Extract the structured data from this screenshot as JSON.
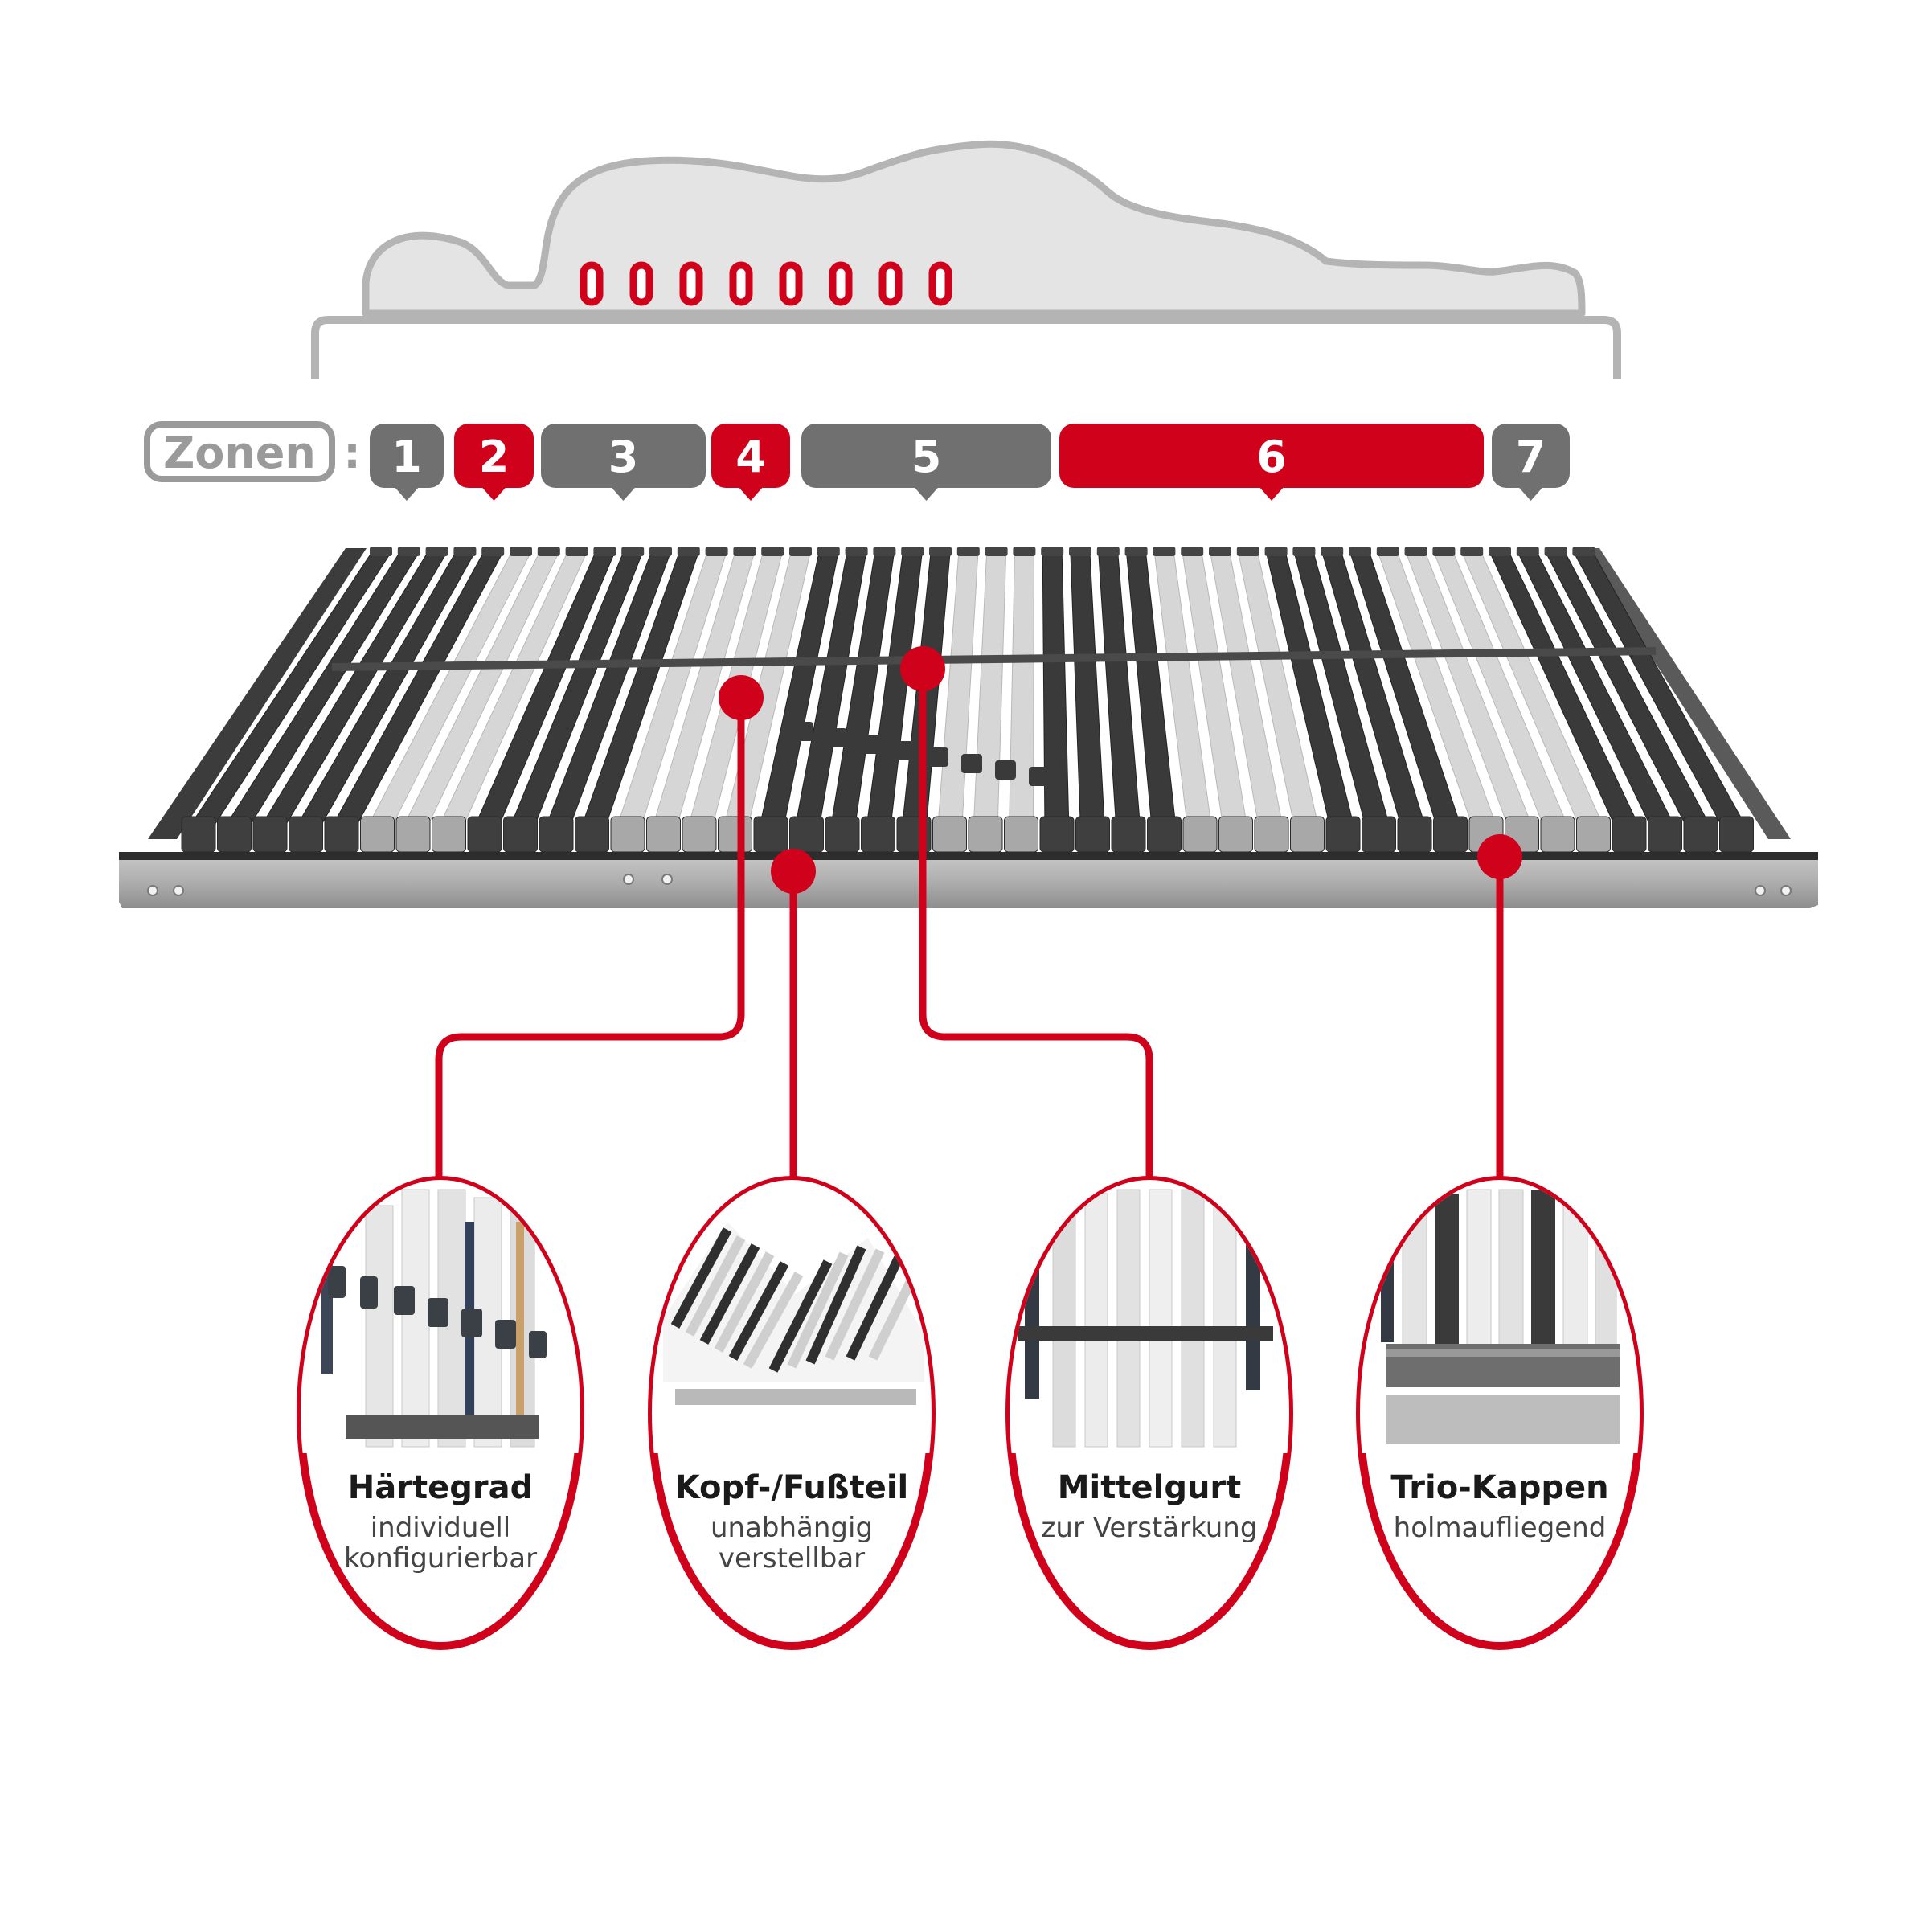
{
  "colors": {
    "accent": "#d0021b",
    "dark_zone": "#707070",
    "slat_dark": "#3a3a3a",
    "slat_light": "#d6d6d6",
    "body_fill": "#e4e4e4",
    "body_stroke": "#b4b4b4"
  },
  "zones": {
    "label": "Zonen",
    "separator": ":",
    "items": [
      {
        "number": "1",
        "color": "#707070"
      },
      {
        "number": "2",
        "color": "#d0021b"
      },
      {
        "number": "3",
        "color": "#707070"
      },
      {
        "number": "4",
        "color": "#d0021b"
      },
      {
        "number": "5",
        "color": "#707070"
      },
      {
        "number": "6",
        "color": "#d0021b"
      },
      {
        "number": "7",
        "color": "#707070"
      }
    ]
  },
  "features": [
    {
      "title": "Härtegrad",
      "line1": "individuell",
      "line2": "konfigurierbar",
      "icon": "hardness-slider-icon"
    },
    {
      "title": "Kopf-/Fußteil",
      "line1": "unabhängig",
      "line2": "verstellbar",
      "icon": "adjustable-frame-icon"
    },
    {
      "title": "Mittelgurt",
      "line1": "zur Verstärkung",
      "line2": "",
      "icon": "center-strap-icon"
    },
    {
      "title": "Trio-Kappen",
      "line1": "holmaufliegend",
      "line2": "",
      "icon": "trio-caps-icon"
    }
  ]
}
